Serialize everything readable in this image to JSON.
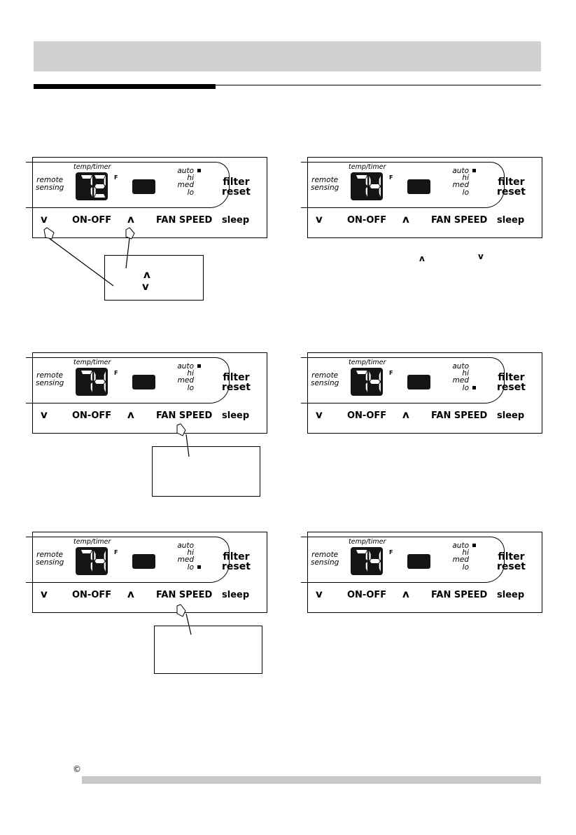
{
  "panel_labels": {
    "remote": "remote",
    "sensing": "sensing",
    "temp_timer": "temp/timer",
    "unit": "F",
    "auto": "auto",
    "hi": "hi",
    "med": "med",
    "lo": "lo",
    "filter": "filter",
    "reset": "reset",
    "down": "v",
    "on_off": "ON-OFF",
    "up": "ʌ",
    "fan_speed": "FAN SPEED",
    "sleep": "sleep"
  },
  "panels": [
    {
      "id": "panel-1",
      "temp": "72",
      "fan_speed_indicator": "auto"
    },
    {
      "id": "panel-2",
      "temp": "74",
      "fan_speed_indicator": "auto"
    },
    {
      "id": "panel-3",
      "temp": "74",
      "fan_speed_indicator": "auto"
    },
    {
      "id": "panel-4",
      "temp": "74",
      "fan_speed_indicator": "lo"
    },
    {
      "id": "panel-5",
      "temp": "74",
      "fan_speed_indicator": "lo"
    },
    {
      "id": "panel-6",
      "temp": "74",
      "fan_speed_indicator": "auto"
    }
  ],
  "callout_1": {
    "up": "ʌ",
    "down": "v"
  },
  "panel_2_note": {
    "up": "ʌ",
    "down": "v"
  },
  "footer": {
    "copyright": "©"
  },
  "colors": {
    "header_bar": "#d1d1d1",
    "footer_bar": "#c8c8c8",
    "display": "#141414"
  }
}
